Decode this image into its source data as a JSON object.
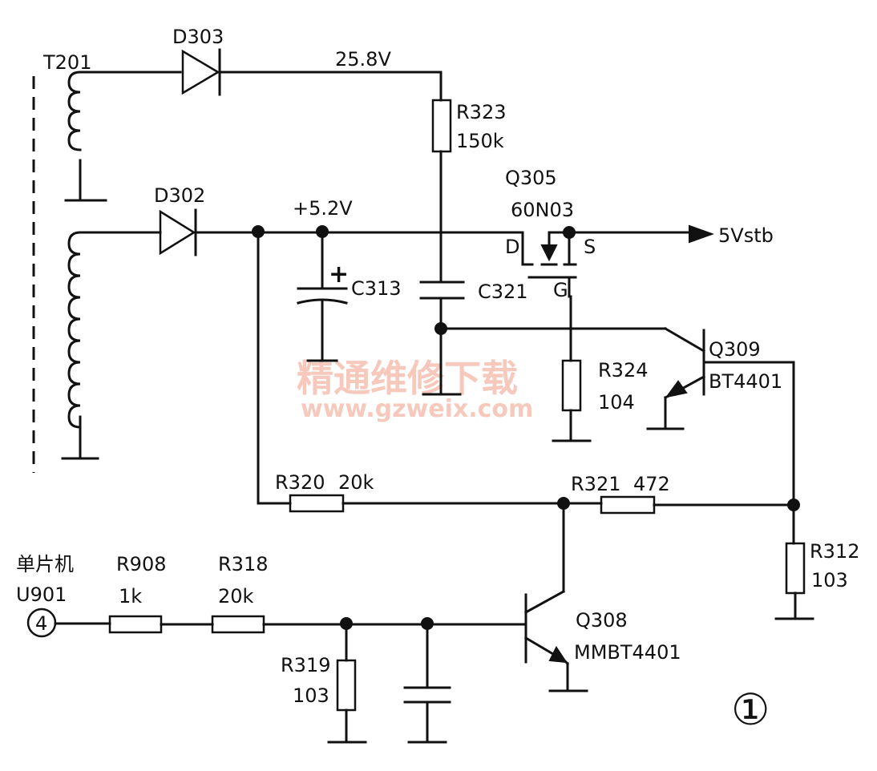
{
  "labels": {
    "t201": "T201",
    "d303": "D303",
    "v258": "25.8V",
    "r323": "R323",
    "r323_val": "150k",
    "q305": "Q305",
    "q305_part": "60N03",
    "d302": "D302",
    "v52": "+5.2V",
    "pin_d": "D",
    "pin_s": "S",
    "pin_g": "G",
    "out_5vstb": "5Vstb",
    "plus": "+",
    "c313": "C313",
    "c321": "C321",
    "q309": "Q309",
    "q309_part": "BT4401",
    "r324": "R324",
    "r324_val": "104",
    "r320": "R320",
    "r320_val": "20k",
    "r321": "R321",
    "r321_val": "472",
    "r312": "R312",
    "r312_val": "103",
    "mcu": "单片机",
    "u901": "U901",
    "pin4": "4",
    "r908": "R908",
    "r908_val": "1k",
    "r318": "R318",
    "r318_val": "20k",
    "r319": "R319",
    "r319_val": "103",
    "q308": "Q308",
    "q308_part": "MMBT4401",
    "figure_no": "①"
  },
  "watermark": {
    "line1": "精通维修下载",
    "line2": "www.gzweix.com"
  }
}
